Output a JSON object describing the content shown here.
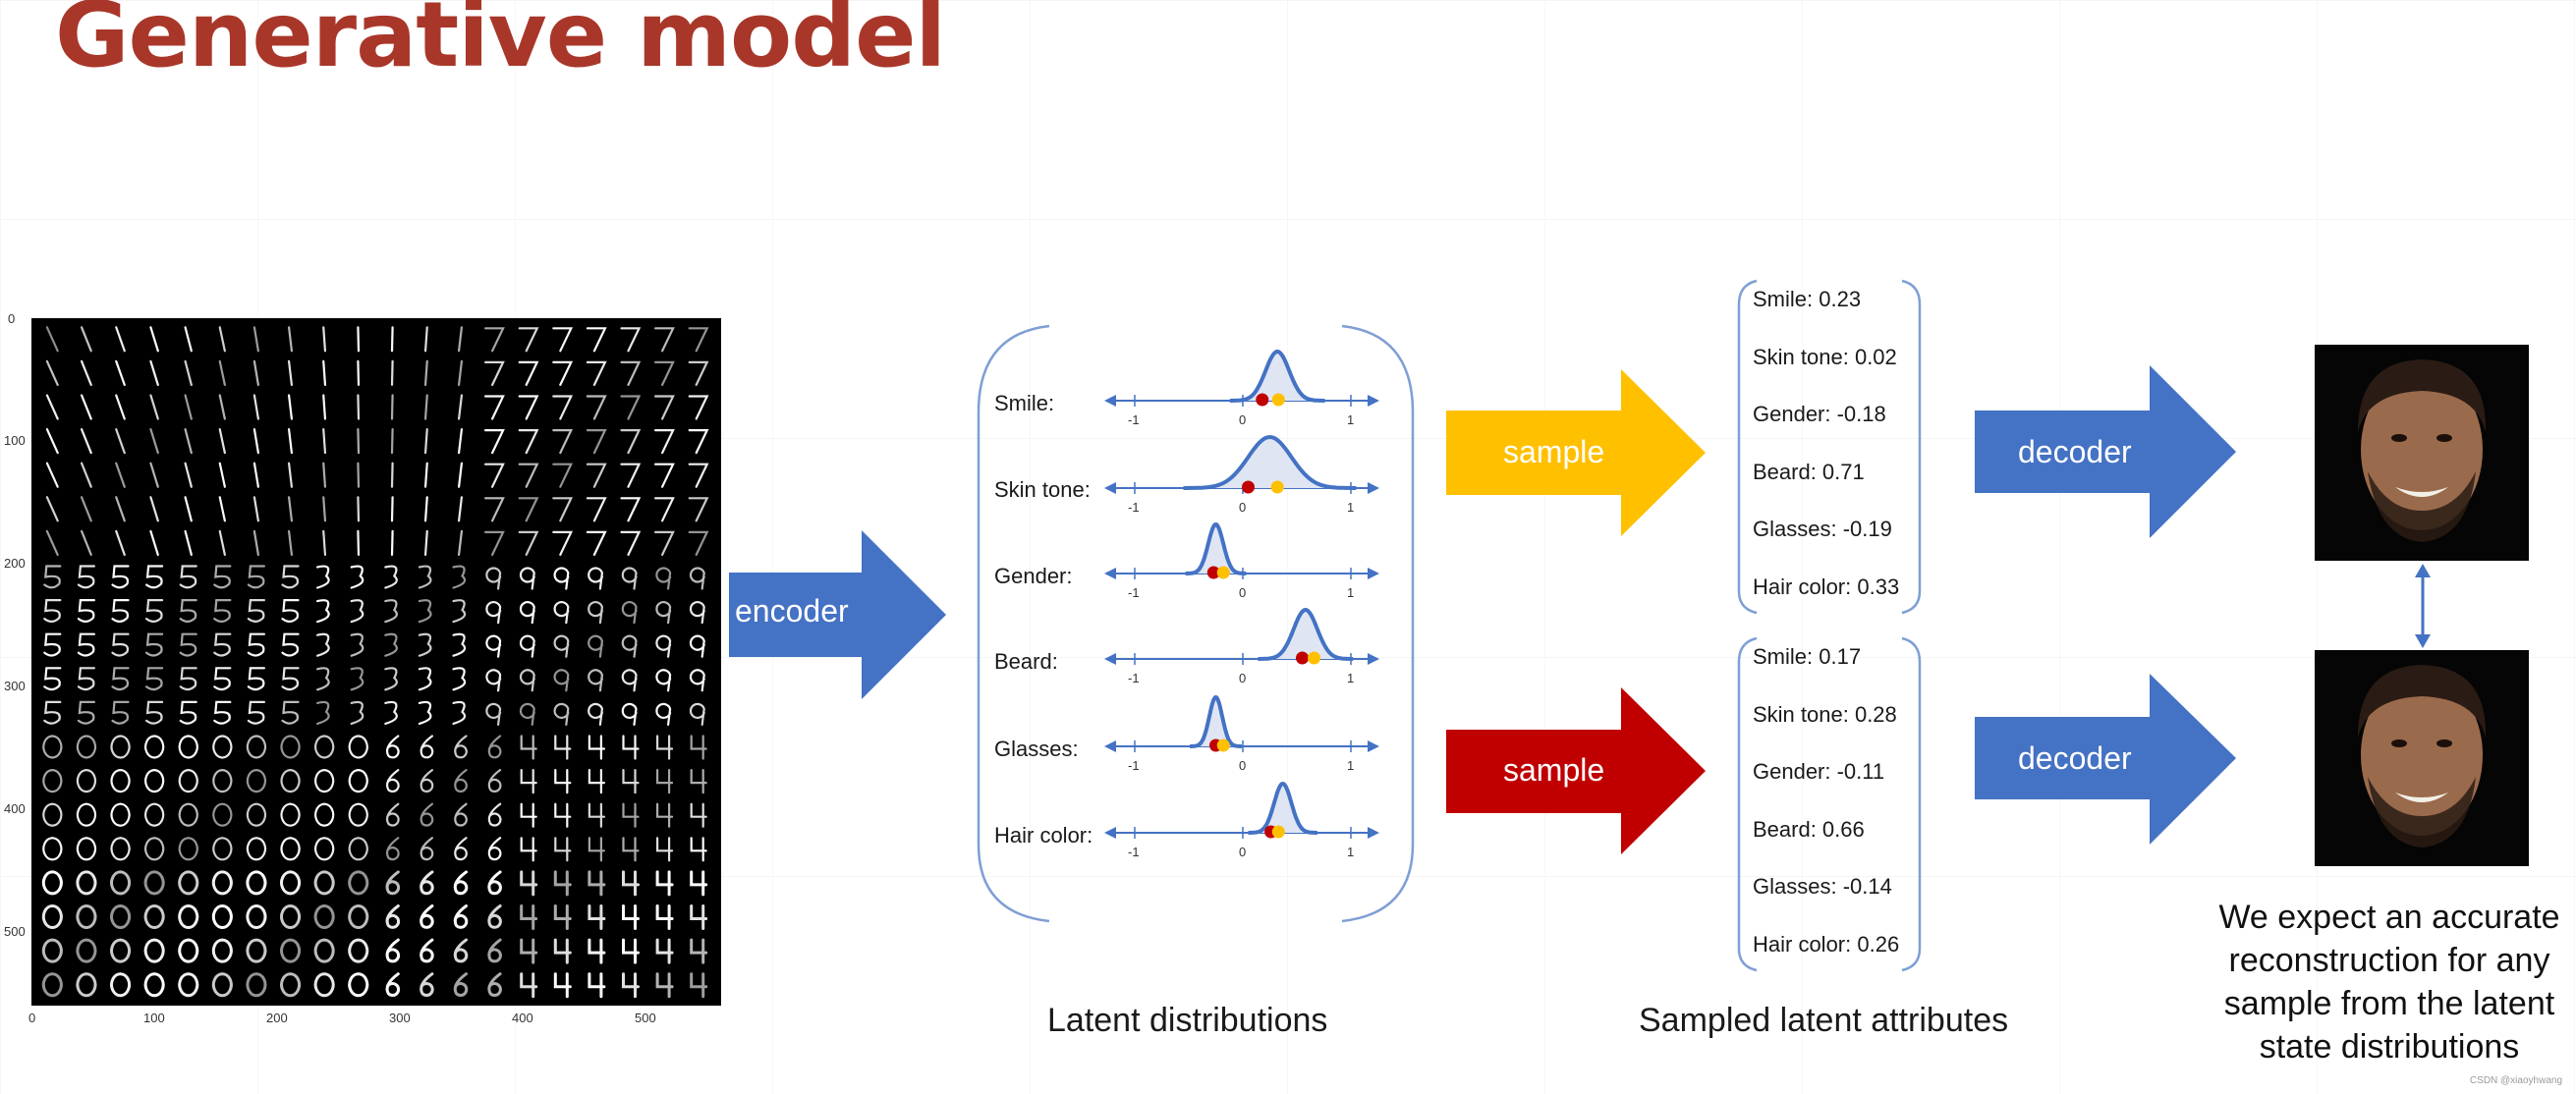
{
  "title": "Generative model",
  "mnist_axes": {
    "y_ticks": [
      "0",
      "100",
      "200",
      "300",
      "400",
      "500"
    ],
    "x_ticks": [
      "0",
      "100",
      "200",
      "300",
      "400",
      "500"
    ]
  },
  "arrows": {
    "encoder": "encoder",
    "sample_top": "sample",
    "sample_bottom": "sample",
    "decoder_top": "decoder",
    "decoder_bottom": "decoder"
  },
  "latent_distributions": {
    "labels": [
      "Smile:",
      "Skin tone:",
      "Gender:",
      "Beard:",
      "Glasses:",
      "Hair color:"
    ],
    "tick_labels": [
      "-1",
      "0",
      "1"
    ]
  },
  "sampled_attributes_a": [
    "Smile:  0.23",
    "Skin tone: 0.02",
    "Gender: -0.18",
    "Beard: 0.71",
    "Glasses: -0.19",
    "Hair color: 0.33"
  ],
  "sampled_attributes_b": [
    "Smile:  0.17",
    "Skin tone: 0.28",
    "Gender: -0.11",
    "Beard: 0.66",
    "Glasses: -0.14",
    "Hair color: 0.26"
  ],
  "captions": {
    "latent": "Latent distributions",
    "sampled": "Sampled latent attributes"
  },
  "note": "We expect an accurate reconstruction for any sample from the latent state distributions",
  "watermark": "CSDN @xiaoyhwang",
  "colors": {
    "title": "#a8372a",
    "blue_arrow": "#4472c4",
    "yellow_arrow": "#ffc000",
    "red_arrow": "#c00000",
    "bracket": "#7f9fd4"
  }
}
